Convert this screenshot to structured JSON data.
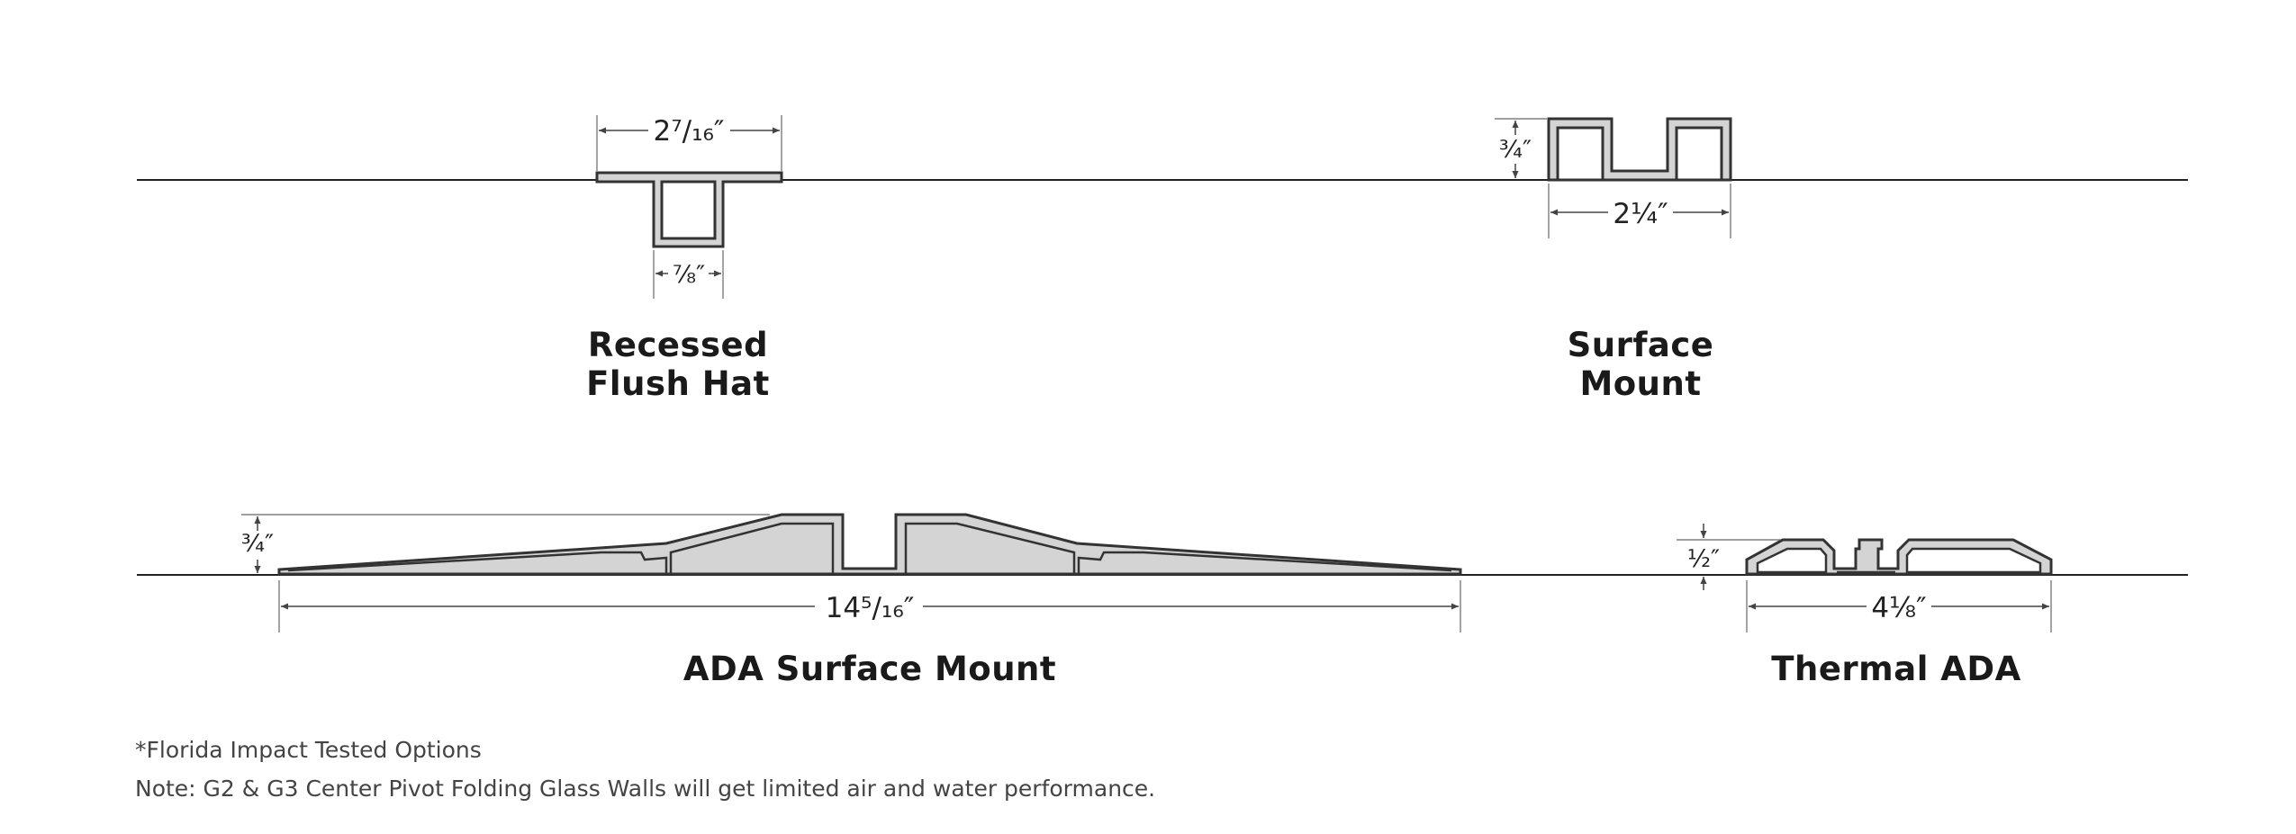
{
  "profiles": {
    "recessed": {
      "label_line1": "Recessed",
      "label_line2": "Flush Hat",
      "dim_width": "2⁷/₁₆″",
      "dim_inner": "⅞″"
    },
    "surface": {
      "label_line1": "Surface",
      "label_line2": "Mount",
      "dim_height": "¾″",
      "dim_width": "2¼″"
    },
    "ada": {
      "label": "ADA Surface Mount",
      "dim_height": "¾″",
      "dim_width": "14⁵/₁₆″"
    },
    "thermal": {
      "label": "Thermal ADA",
      "dim_height": "½″",
      "dim_width": "4⅛″"
    }
  },
  "notes": {
    "impact": "*Florida Impact Tested Options",
    "performance": "Note: G2 & G3 Center Pivot Folding Glass Walls will get limited air and water performance."
  },
  "colors": {
    "profile_fill": "#d4d4d4",
    "profile_stroke": "#333333",
    "text": "#222222"
  }
}
